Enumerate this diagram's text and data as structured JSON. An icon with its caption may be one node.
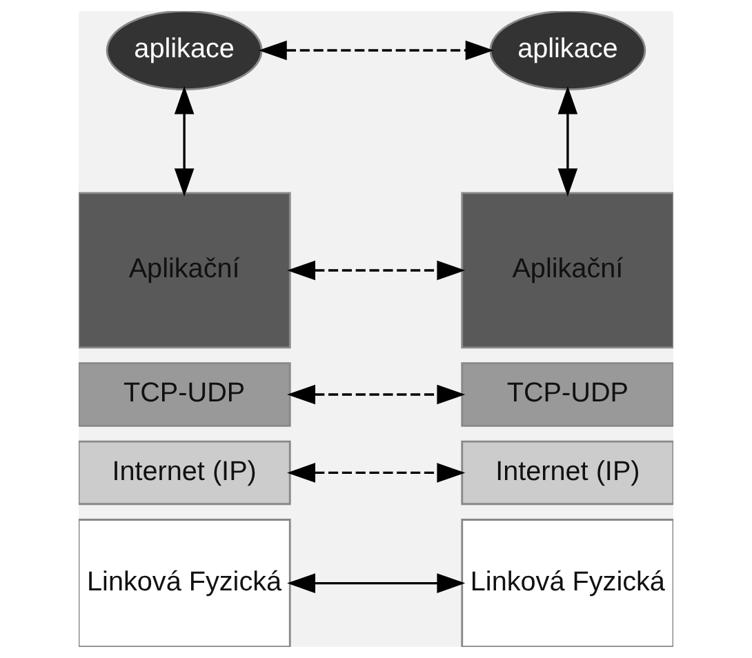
{
  "diagram": {
    "nodes": [
      {
        "text": [
          "aplikace"
        ]
      },
      {
        "text": [
          "aplikace"
        ]
      },
      {
        "text": [
          "Aplikační"
        ]
      },
      {
        "text": [
          "Aplikační"
        ]
      },
      {
        "text": [
          "TCP-UDP"
        ]
      },
      {
        "text": [
          "TCP-UDP"
        ]
      },
      {
        "text": [
          "Internet (IP)"
        ]
      },
      {
        "text": [
          "Internet (IP)"
        ]
      },
      {
        "text": [
          "Linková Fyzická"
        ]
      },
      {
        "text": [
          "Linková Fyzická"
        ]
      }
    ],
    "edges": [
      {
        "from": 0,
        "to": 1,
        "arrow": "both",
        "style": "dashed"
      },
      {
        "from": 0,
        "to": 2,
        "arrow": "both"
      },
      {
        "from": 1,
        "to": 3,
        "arrow": "both"
      },
      {
        "from": 2,
        "to": 3,
        "arrow": "both",
        "style": "dashed"
      },
      {
        "from": 4,
        "to": 5,
        "arrow": "both",
        "style": "dashed"
      },
      {
        "from": 6,
        "to": 7,
        "arrow": "both",
        "style": "dashed"
      },
      {
        "from": 8,
        "to": 9,
        "arrow": "both"
      }
    ]
  }
}
